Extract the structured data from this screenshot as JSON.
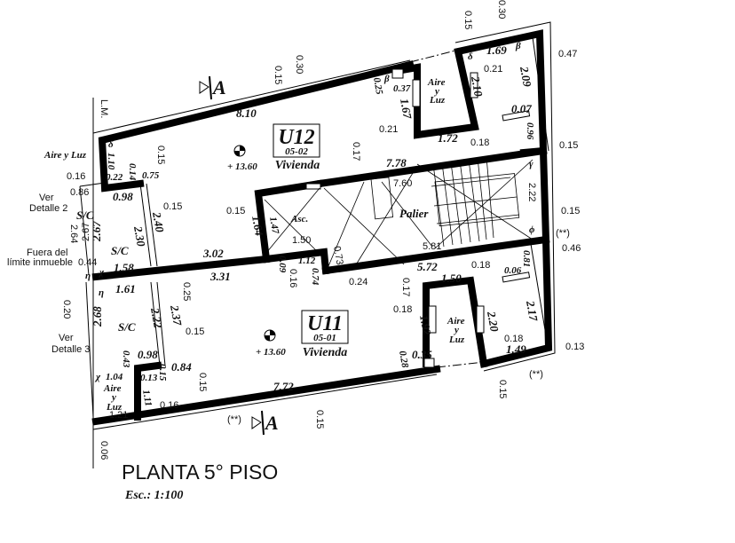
{
  "title": "PLANTA 5° PISO",
  "scale": "Esc.: 1:100",
  "section_marker": "A",
  "units": [
    {
      "id": "U12",
      "code": "05-02",
      "use": "Vivienda",
      "level": "+ 13.60"
    },
    {
      "id": "U11",
      "code": "05-01",
      "use": "Vivienda",
      "level": "+ 13.60"
    }
  ],
  "rooms": {
    "asc": "Asc.",
    "palier": "Palier",
    "sc": "S/C",
    "aire_y_luz": "Aire y Luz",
    "aire": "Aire",
    "y": "y",
    "luz": "Luz"
  },
  "notes": {
    "lm": "L.M.",
    "ver": "Ver",
    "detalle2": "Detalle 2",
    "detalle3": "Detalle 3",
    "fuera1": "Fuera del",
    "fuera2": "límite inmueble",
    "double_star": "(**)"
  },
  "greek": {
    "beta": "β",
    "delta": "δ",
    "gamma": "γ",
    "phi": "ϕ",
    "chi": "χ",
    "eta": "η"
  },
  "dims": [
    "0.30",
    "0.15",
    "8.10",
    "0.16",
    "1.10",
    "0.22",
    "0.14",
    "0.75",
    "0.15",
    "0.15",
    "0.86",
    "0.98",
    "2.40",
    "2.30",
    "2.67",
    "2.67",
    "2.64",
    "0.44",
    "1.58",
    "3.02",
    "3.31",
    "0.15",
    "1.64",
    "1.47",
    "1.50",
    "0.73",
    "1.12",
    "0.09",
    "0.16",
    "0.74",
    "0.24",
    "0.17",
    "7.78",
    "7.60",
    "5.81",
    "5.72",
    "0.17",
    "0.18",
    "0.15",
    "0.30",
    "1.69",
    "0.21",
    "2.10",
    "2.09",
    "0.07",
    "0.96",
    "1.72",
    "0.18",
    "0.25",
    "0.37",
    "1.67",
    "0.21",
    "0.47",
    "0.15",
    "0.15",
    "0.46",
    "2.22",
    "0.06",
    "0.81",
    "0.13",
    "1.50",
    "0.18",
    "1.92",
    "2.20",
    "2.17",
    "0.18",
    "1.49",
    "0.35",
    "0.28",
    "0.15",
    "1.61",
    "2.68",
    "2.22",
    "2.37",
    "0.15",
    "0.25",
    "0.98",
    "0.84",
    "0.43",
    "0.13",
    "0.15",
    "1.04",
    "1.21",
    "1.11",
    "0.16",
    "0.15",
    "7.72",
    "0.15",
    "0.20",
    "0.06"
  ]
}
